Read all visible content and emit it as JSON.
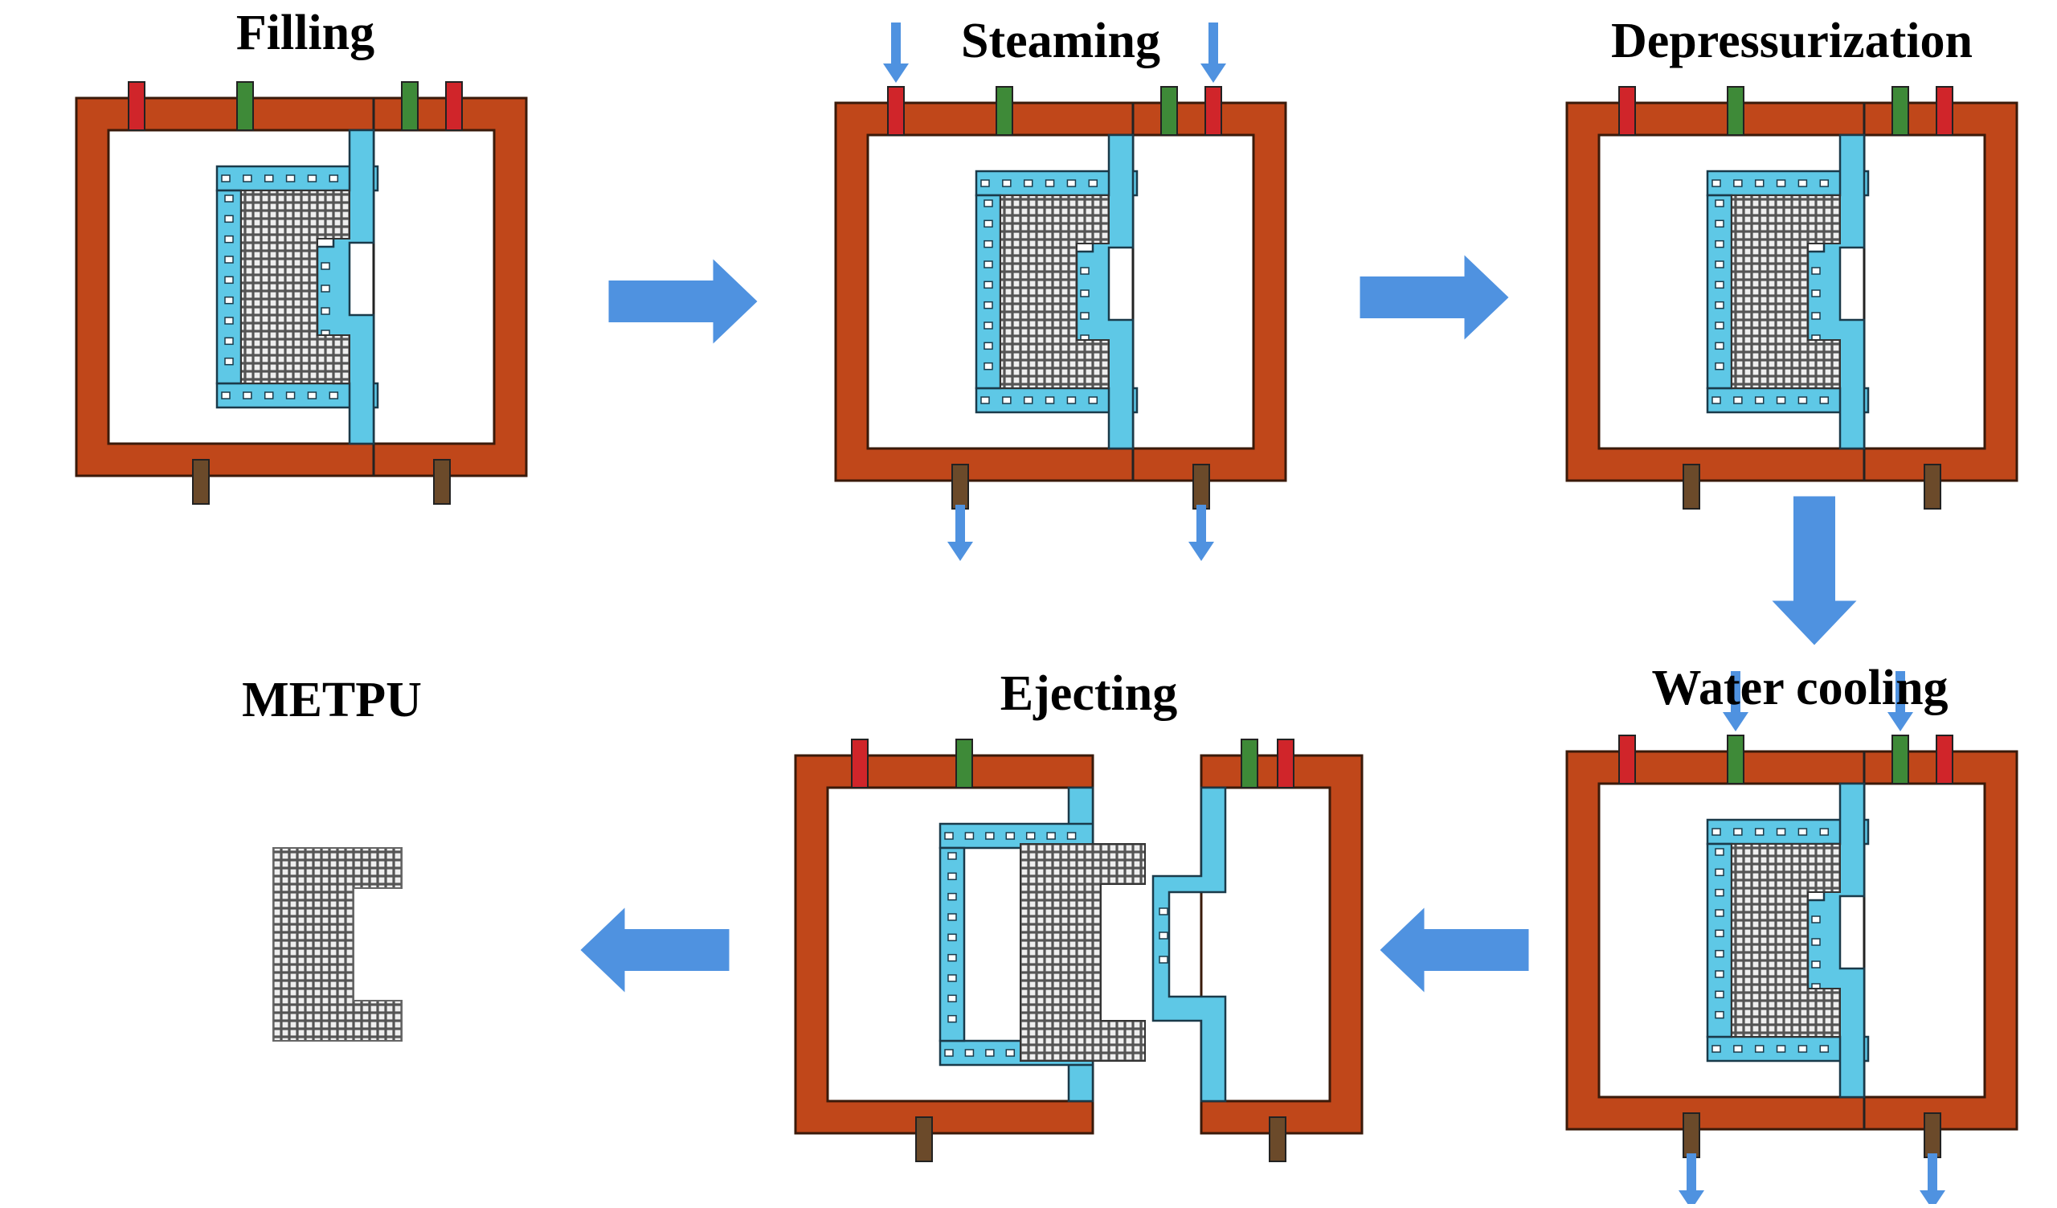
{
  "labels": {
    "filling": "Filling",
    "steaming": "Steaming",
    "depressurization": "Depressurization",
    "water_cooling": "Water cooling",
    "ejecting": "Ejecting",
    "metpu": "METPU"
  },
  "colors": {
    "mold_frame": "#c0471a",
    "mold_stroke": "#3a1a0a",
    "steam_chamber": "#5ec8e6",
    "chamber_stroke": "#1a3a4a",
    "inlet_valve": "#d0252a",
    "vent_valve": "#3e8a38",
    "drain_valve": "#6b4a2a",
    "flow_arrow": "#4f92e0",
    "foam_fill": "#efefef",
    "foam_grid": "#555555",
    "background": "#ffffff",
    "text": "#000000"
  }
}
